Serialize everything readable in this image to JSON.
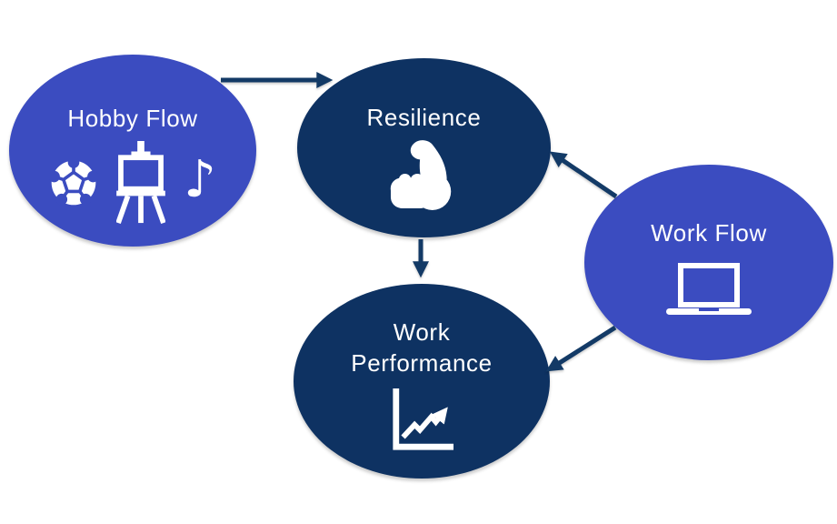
{
  "diagram": {
    "nodes": {
      "hobby_flow": {
        "label": "Hobby Flow",
        "fill": "#3B4CC0",
        "icons": [
          "soccer-ball-icon",
          "easel-icon",
          "music-note-icon"
        ]
      },
      "resilience": {
        "label": "Resilience",
        "fill": "#0E3262",
        "icons": [
          "flexed-bicep-icon"
        ]
      },
      "work_flow": {
        "label": "Work Flow",
        "fill": "#3B4CC0",
        "icons": [
          "laptop-icon"
        ]
      },
      "work_performance": {
        "label": "Work Performance",
        "fill": "#0E3262",
        "icons": [
          "line-chart-increasing-icon"
        ]
      }
    },
    "edges": [
      {
        "from": "hobby_flow",
        "to": "resilience"
      },
      {
        "from": "work_flow",
        "to": "resilience"
      },
      {
        "from": "resilience",
        "to": "work_performance"
      },
      {
        "from": "work_flow",
        "to": "work_performance"
      }
    ]
  },
  "icons": {
    "music_note": "♪"
  },
  "colors": {
    "node_dark": "#0E3262",
    "node_blue": "#3B4CC0",
    "arrow_color": "#133A66",
    "label_text": "#FFFFFF",
    "icon_color": "#FFFFFF",
    "canvas_bg": "#FFFFFF"
  }
}
